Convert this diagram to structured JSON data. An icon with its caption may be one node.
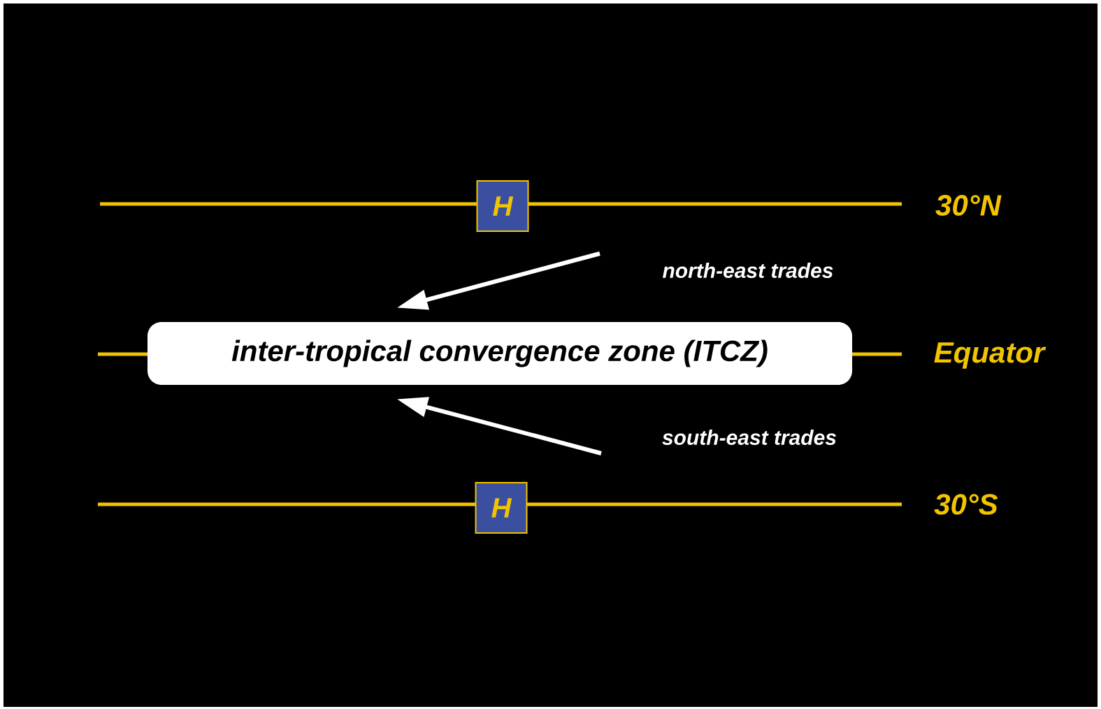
{
  "diagram": {
    "nodes": [
      {
        "text": [
          "H"
        ]
      },
      {
        "text": [
          "inter-tropical convergence zone (ITCZ)"
        ]
      },
      {
        "text": [
          "H"
        ]
      }
    ],
    "edges": [
      {
        "from": null,
        "to": 1,
        "arrow": "to",
        "label": "north-east trades"
      },
      {
        "from": null,
        "to": 1,
        "arrow": "to",
        "label": "south-east trades"
      }
    ],
    "labels": [
      "30°N",
      "Equator",
      "30°S"
    ]
  }
}
